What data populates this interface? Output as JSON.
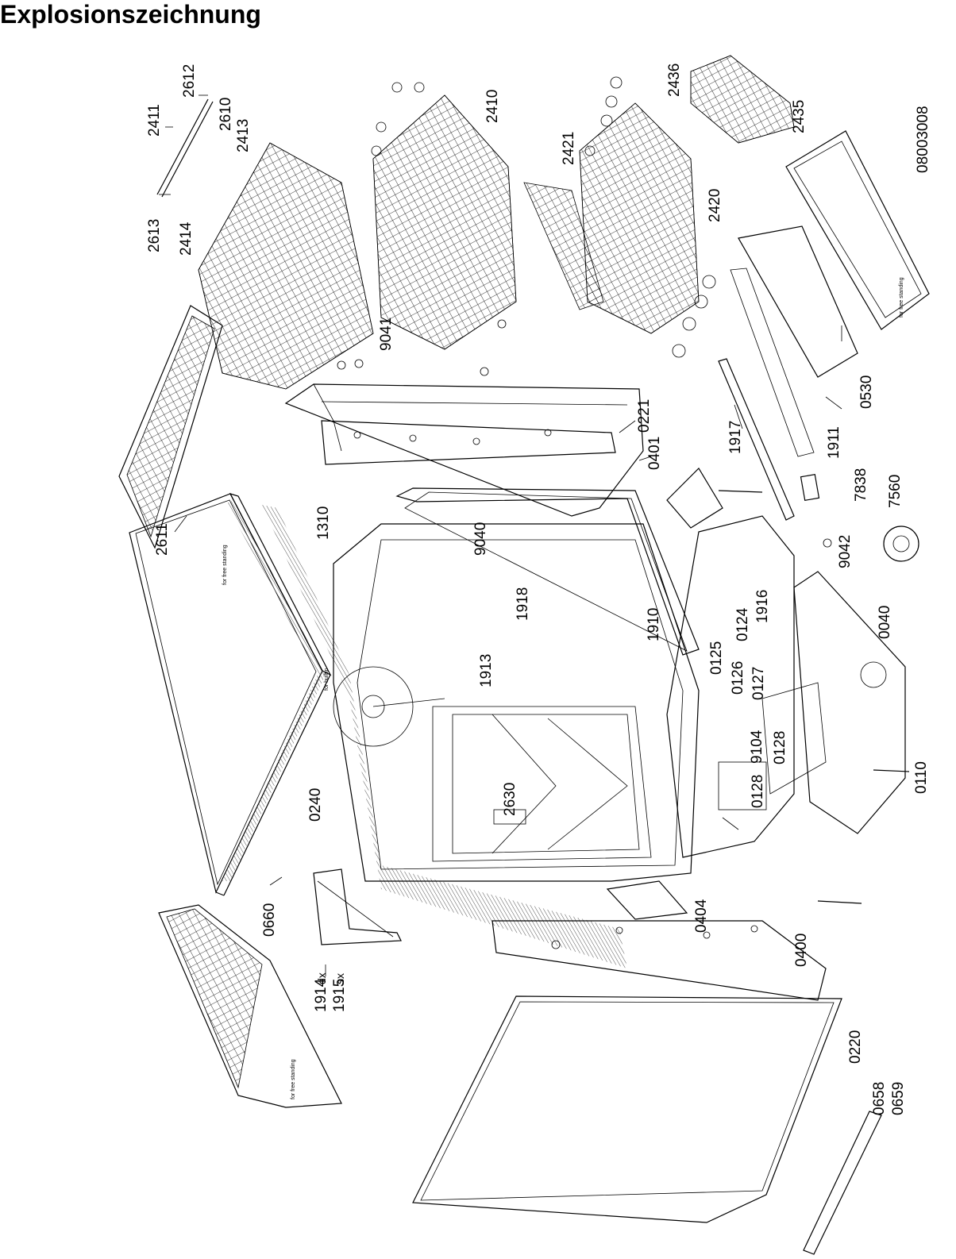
{
  "page": {
    "title": "Explosionszeichnung",
    "drawing_number": "08003008"
  },
  "notes": {
    "free_standing_top": "for free standing",
    "free_standing_panel": "for free standing",
    "free_standing_front": "for free standing",
    "for_builtin": "for builtin"
  },
  "callouts": {
    "p2611": "2611",
    "p2613": "2613",
    "p2414": "2414",
    "p2411": "2411",
    "p2612": "2612",
    "p2610": "2610",
    "p2413": "2413",
    "p2410": "2410",
    "p9041": "9041",
    "p2421": "2421",
    "p2436": "2436",
    "p2435": "2435",
    "p2420": "2420",
    "p0530": "0530",
    "p1911": "1911",
    "p1917": "1917",
    "p0221": "0221",
    "p0401": "0401",
    "p7838": "7838",
    "p7560": "7560",
    "p9042": "9042",
    "p1310": "1310",
    "p9040": "9040",
    "p1918": "1918",
    "p1910": "1910",
    "p1913": "1913",
    "p0124": "0124",
    "p1916": "1916",
    "p0125": "0125",
    "p0126": "0126",
    "p0127": "0127",
    "p0040": "0040",
    "p9104": "9104",
    "p0128a": "0128",
    "p0128b": "0128",
    "p0110": "0110",
    "p2630": "2630",
    "p0240": "0240",
    "p0660": "0660",
    "p0404": "0404",
    "p0400": "0400",
    "p1914": "1914",
    "p1915": "1915",
    "p_dx": "dx",
    "p_sx": "sx",
    "p0220": "0220",
    "p0658": "0658",
    "p0659": "0659"
  }
}
